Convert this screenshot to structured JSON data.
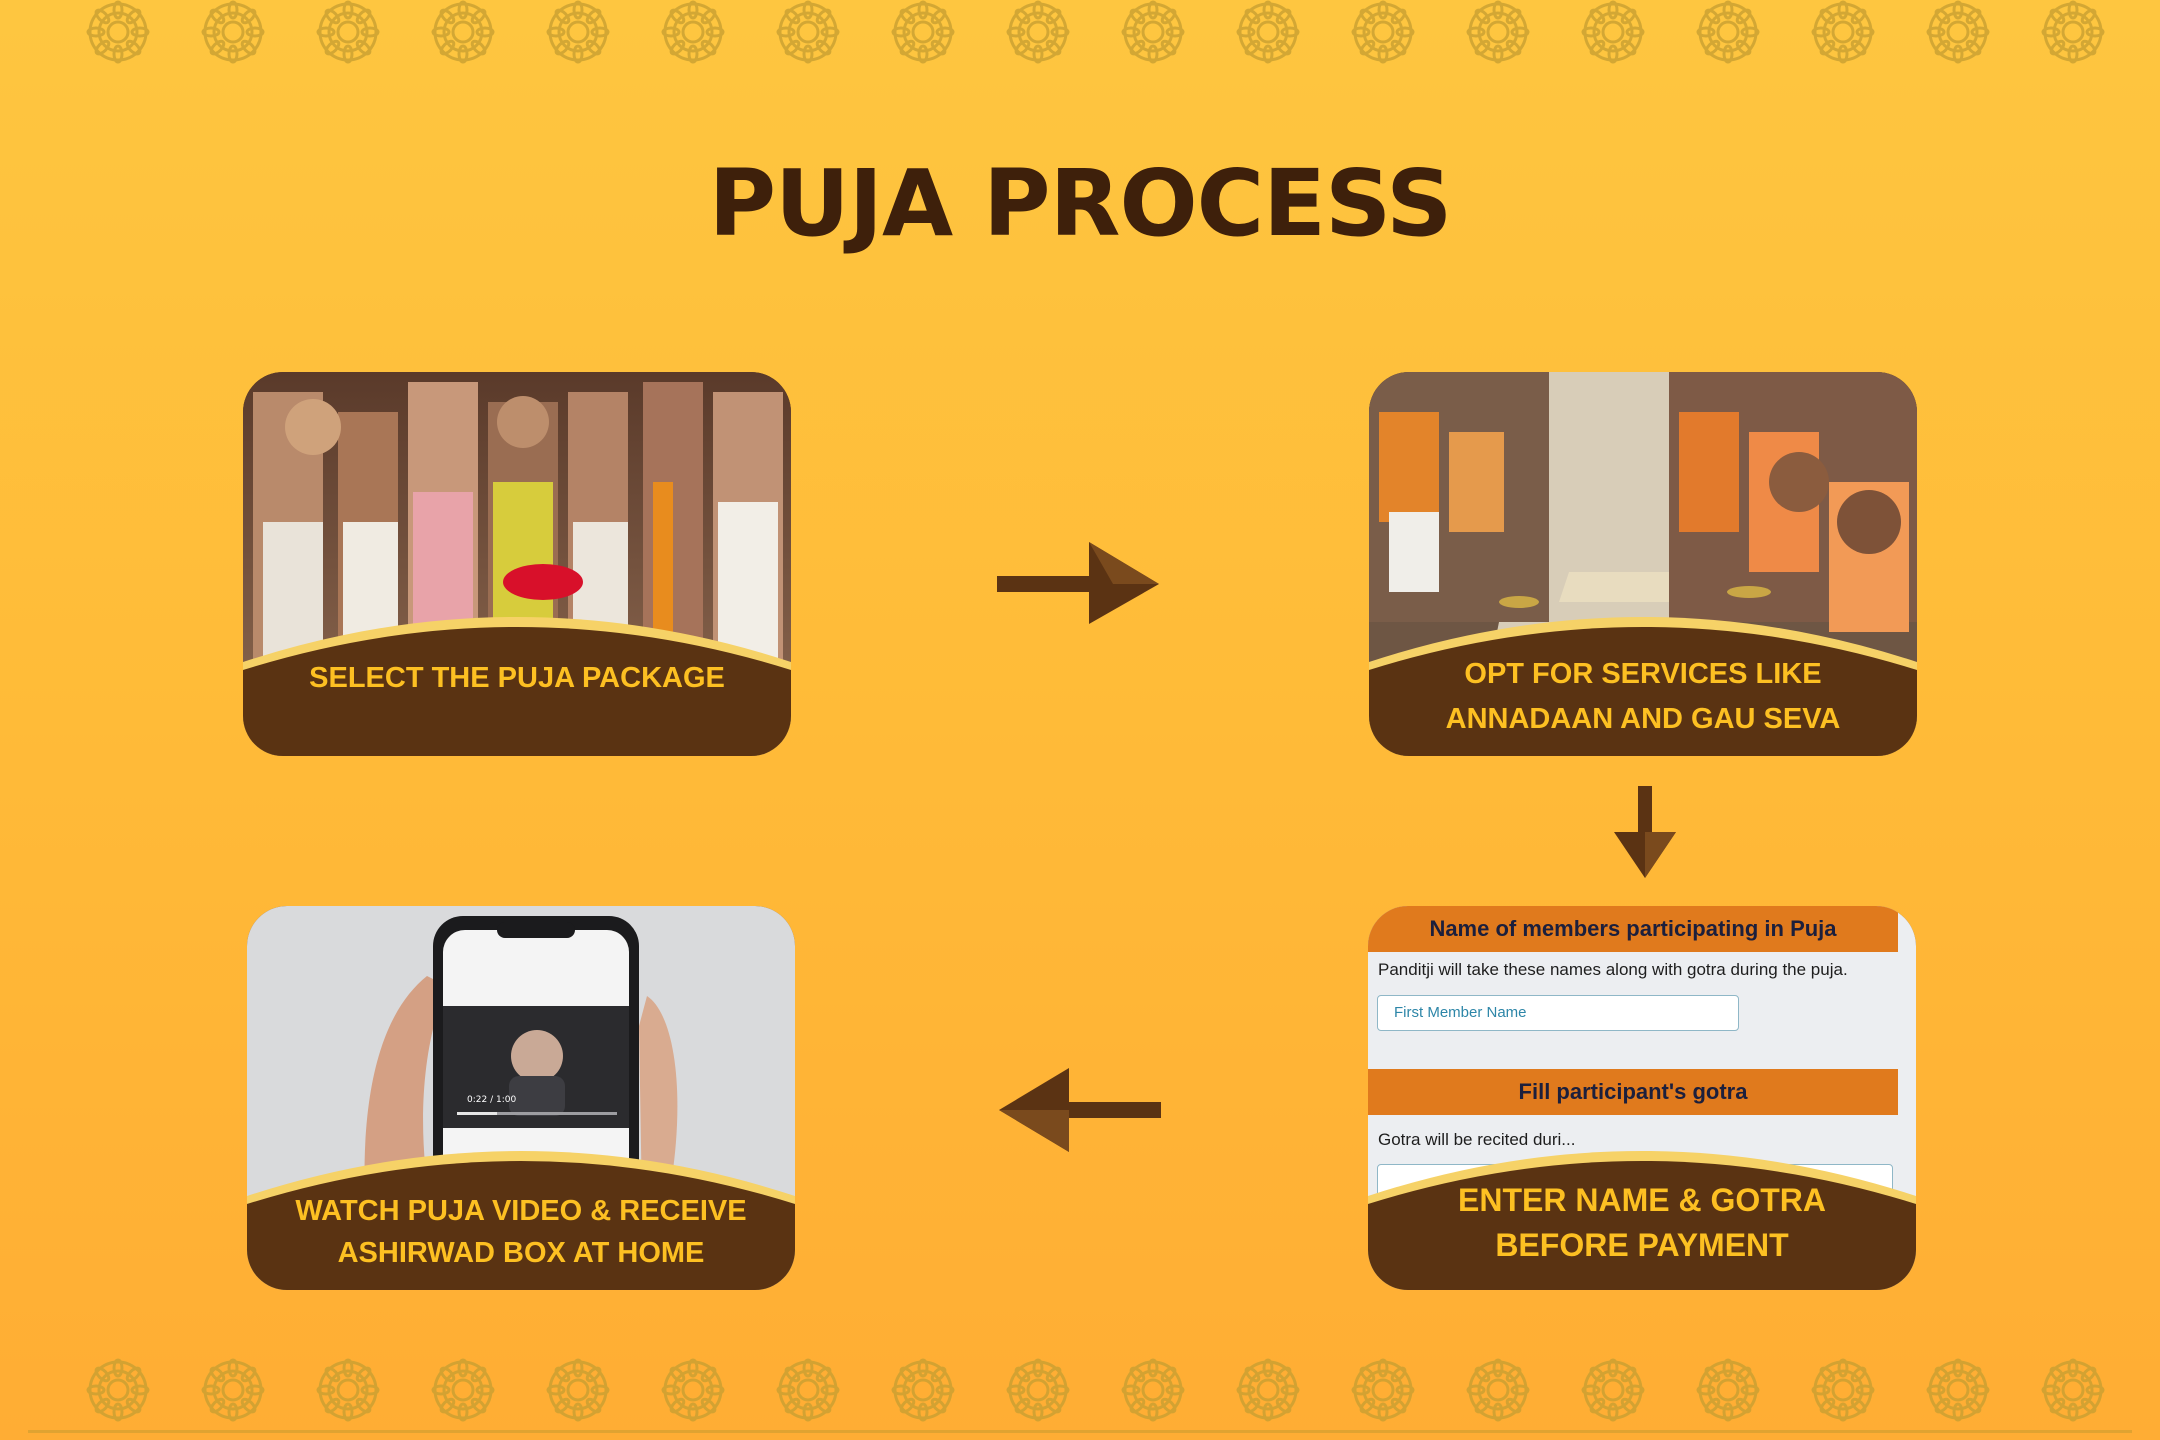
{
  "page": {
    "title": "PUJA PROCESS"
  },
  "colors": {
    "background": "#ffbb38",
    "title": "#3e200b",
    "card_base": "#5a3312",
    "card_text": "#fdc022",
    "arrow": "#5b3313",
    "gold_trim": "#f6d267"
  },
  "steps": [
    {
      "label": "SELECT THE PUJA PACKAGE",
      "image": "priests-performing-puja-photo"
    },
    {
      "label": "OPT FOR SERVICES LIKE ANNADAAN AND GAU SEVA",
      "image": "devotees-eating-annadaan-photo"
    },
    {
      "label": "ENTER NAME & GOTRA BEFORE PAYMENT",
      "image": "participant-form-screenshot"
    },
    {
      "label": "WATCH PUJA VIDEO & RECEIVE ASHIRWAD BOX AT HOME",
      "image": "phone-video-photo"
    }
  ],
  "form": {
    "members_heading": "Name of members participating in Puja",
    "members_desc": "Panditji will take these names along with gotra during the puja.",
    "first_member_placeholder": "First Member Name",
    "gotra_heading": "Fill participant's gotra",
    "gotra_desc": "Gotra will be recited duri..."
  },
  "video": {
    "time": "0:22 / 1:00"
  },
  "arrows": [
    "arrow-right-icon",
    "arrow-down-icon",
    "arrow-left-icon"
  ]
}
